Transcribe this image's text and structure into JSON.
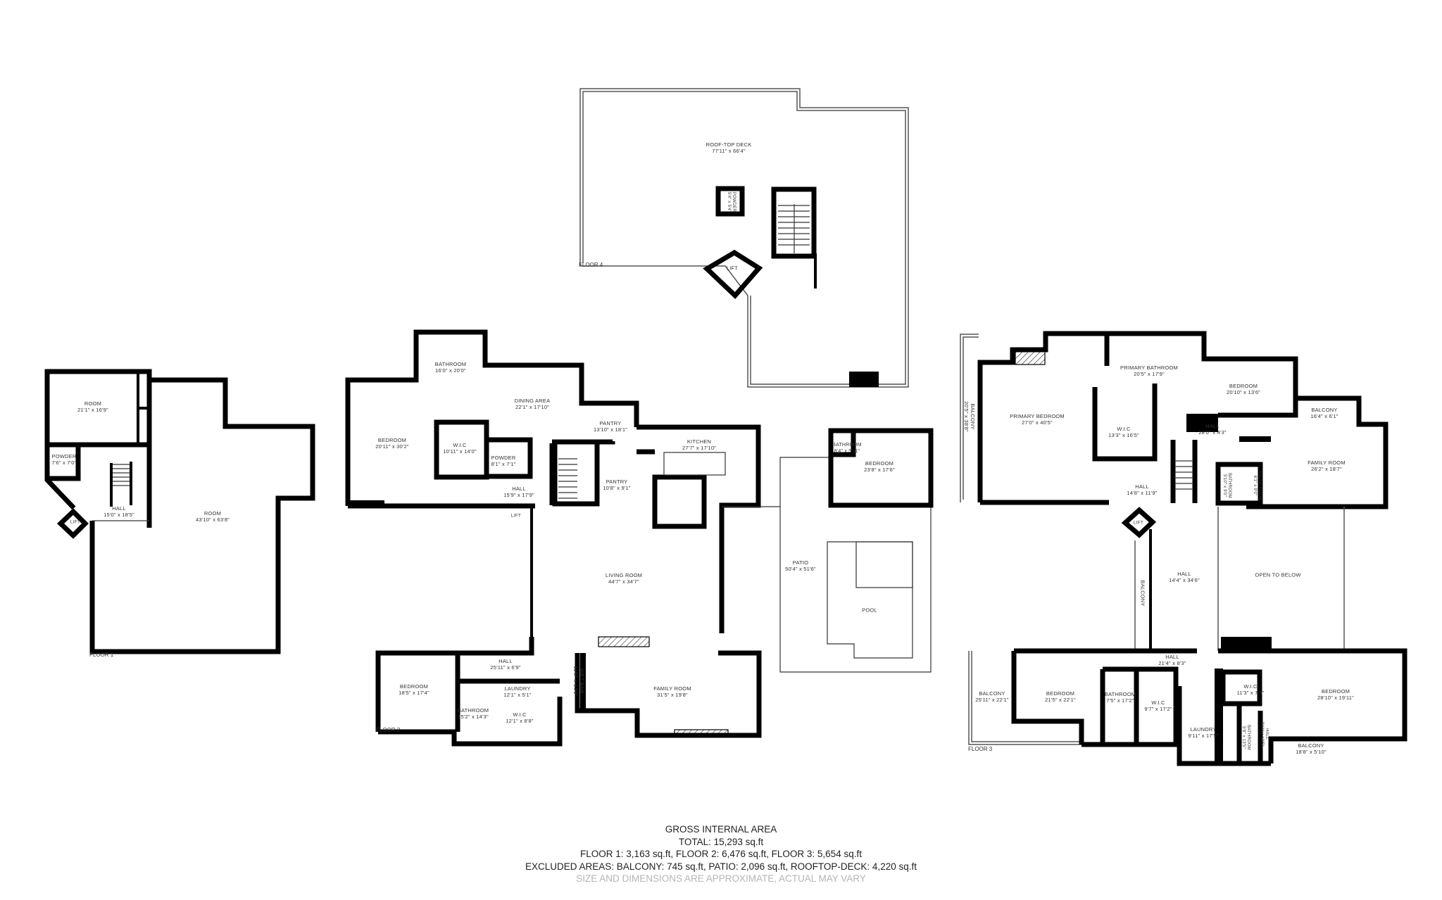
{
  "floors": {
    "floor1": {
      "tag": "FLOOR 1",
      "rooms": [
        {
          "name": "ROOM",
          "dims": "21'1\" x 16'9\""
        },
        {
          "name": "POWDER",
          "dims": "7'6\" x 7'0\""
        },
        {
          "name": "HALL",
          "dims": "15'0\" x 18'5\""
        },
        {
          "name": "LIFT",
          "dims": ""
        },
        {
          "name": "ROOM",
          "dims": "43'10\" x 63'8\""
        }
      ]
    },
    "floor2": {
      "tag": "FLOOR 2",
      "rooms": [
        {
          "name": "BATHROOM",
          "dims": "16'0\" x 20'0\""
        },
        {
          "name": "BEDROOM",
          "dims": "20'11\" x 30'2\""
        },
        {
          "name": "W.I.C",
          "dims": "10'11\" x 14'0\""
        },
        {
          "name": "DINING AREA",
          "dims": "22'1\" x 17'10\""
        },
        {
          "name": "PANTRY",
          "dims": "13'10\" x 18'1\""
        },
        {
          "name": "POWDER",
          "dims": "8'1\" x 7'1\""
        },
        {
          "name": "HALL",
          "dims": "15'9\" x 17'9\""
        },
        {
          "name": "PANTRY",
          "dims": "10'8\" x 9'1\""
        },
        {
          "name": "KITCHEN",
          "dims": "27'7\" x 17'10\""
        },
        {
          "name": "LIFT",
          "dims": ""
        },
        {
          "name": "LIVING ROOM",
          "dims": "44'7\" x 34'7\""
        },
        {
          "name": "BATHROOM",
          "dims": "8'4\" x 5'11\""
        },
        {
          "name": "BEDROOM",
          "dims": "23'8\" x 17'6\""
        },
        {
          "name": "PATIO",
          "dims": "50'4\" x 51'6\""
        },
        {
          "name": "POOL",
          "dims": ""
        },
        {
          "name": "BEDROOM",
          "dims": "18'5\" x 17'4\""
        },
        {
          "name": "HALL",
          "dims": "25'11\" x 6'9\""
        },
        {
          "name": "LAUNDRY",
          "dims": "12'1\" x 5'1\""
        },
        {
          "name": "BATHROOM",
          "dims": "15'2\" x 14'3\""
        },
        {
          "name": "W.I.C",
          "dims": "12'1\" x 8'8\""
        },
        {
          "name": "WET BAR",
          "dims": "11'0\" x 14'0\""
        },
        {
          "name": "FAMILY ROOM",
          "dims": "31'5\" x 19'8\""
        }
      ]
    },
    "floor3": {
      "tag": "FLOOR 3",
      "rooms": [
        {
          "name": "BALCONY",
          "dims": "20'5\" x 38'8\""
        },
        {
          "name": "PRIMARY BEDROOM",
          "dims": "27'0\" x 40'5\""
        },
        {
          "name": "PRIMARY BATHROOM",
          "dims": "20'5\" x 17'9\""
        },
        {
          "name": "W.I.C",
          "dims": "13'3\" x 16'5\""
        },
        {
          "name": "BEDROOM",
          "dims": "20'10\" x 13'6\""
        },
        {
          "name": "BALCONY",
          "dims": "16'4\" x 6'1\""
        },
        {
          "name": "HALL",
          "dims": "28'0\" x 4'3\""
        },
        {
          "name": "FAMILY ROOM",
          "dims": "26'2\" x 18'7\""
        },
        {
          "name": "BATHROOM",
          "dims": "5'10\" x 9'0\""
        },
        {
          "name": "SAUNA ROOM",
          "dims": "6'1\" x 9'0\""
        },
        {
          "name": "HALL",
          "dims": "14'8\" x 11'9\""
        },
        {
          "name": "LIFT",
          "dims": ""
        },
        {
          "name": "BALCONY",
          "dims": ""
        },
        {
          "name": "HALL",
          "dims": "14'4\" x 34'6\""
        },
        {
          "name": "OPEN TO BELOW",
          "dims": ""
        },
        {
          "name": "HALL",
          "dims": "21'4\" x 8'3\""
        },
        {
          "name": "BALCONY",
          "dims": "25'11\" x 22'1\""
        },
        {
          "name": "BEDROOM",
          "dims": "21'5\" x 22'1\""
        },
        {
          "name": "BATHROOM",
          "dims": "7'5\" x 17'2\""
        },
        {
          "name": "W.I.C",
          "dims": "9'7\" x 17'2\""
        },
        {
          "name": "LAUNDRY",
          "dims": "9'11\" x 17'5\""
        },
        {
          "name": "W.I.C",
          "dims": "11'3\" x 7'3\""
        },
        {
          "name": "BEDROOM",
          "dims": "28'10\" x 19'11\""
        },
        {
          "name": "BATHROOM",
          "dims": "5'8\" x 13'5\""
        },
        {
          "name": "HALL",
          "dims": "3'11\" x 13'5\""
        },
        {
          "name": "BALCONY",
          "dims": "18'8\" x 5'10\""
        }
      ]
    },
    "floor4": {
      "tag": "FLOOR 4",
      "rooms": [
        {
          "name": "ROOF-TOP DECK",
          "dims": "77'11\" x 66'4\""
        },
        {
          "name": "POWDER",
          "dims": "5'4\" x 5'4\""
        },
        {
          "name": "LIFT",
          "dims": ""
        }
      ]
    }
  },
  "summary": {
    "title": "GROSS INTERNAL AREA",
    "total": "TOTAL: 15,293 sq.ft",
    "floors_line": "FLOOR 1: 3,163 sq.ft, FLOOR 2: 6,476 sq.ft, FLOOR 3: 5,654 sq.ft",
    "excluded_line": "EXCLUDED AREAS: BALCONY: 745 sq.ft, PATIO: 2,096 sq.ft, ROOFTOP-DECK: 4,220 sq.ft",
    "disclaimer": "SIZE AND DIMENSIONS ARE APPROXIMATE, ACTUAL MAY VARY"
  }
}
